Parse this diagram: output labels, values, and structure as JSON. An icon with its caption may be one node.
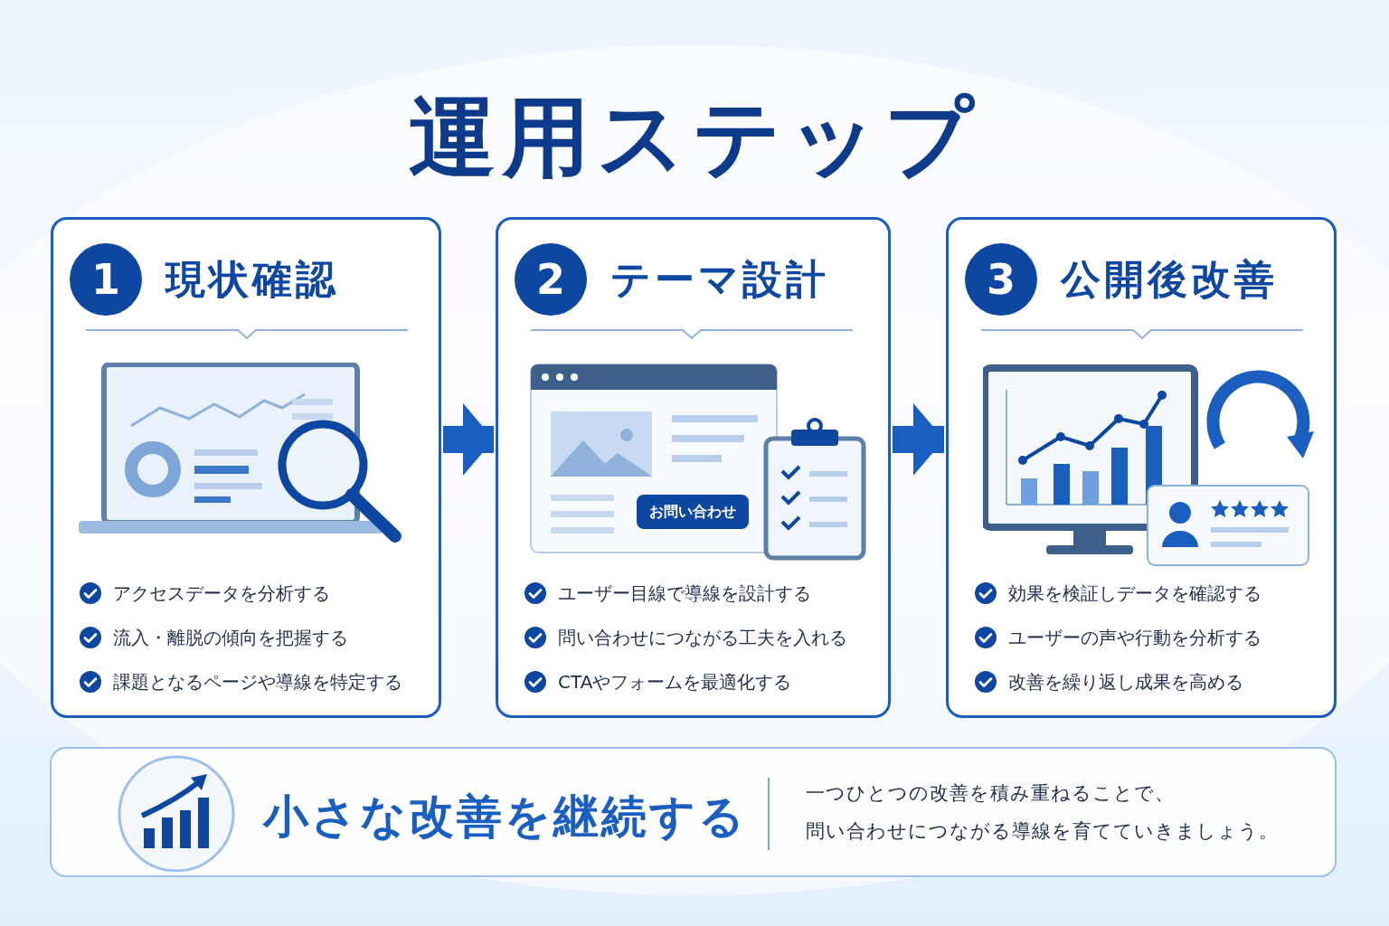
{
  "diagram": {
    "title": "運用ステップ",
    "nodes": [
      {
        "text": [
          "1",
          "現状確認",
          "アクセスデータを分析する",
          "流入・離脱の傾向を把握する",
          "課題となるページや導線を特定する"
        ]
      },
      {
        "text": [
          "2",
          "テーマ設計",
          "ユーザー目線で導線を設計する",
          "問い合わせにつながる工夫を入れる",
          "CTAやフォームを最適化する"
        ]
      },
      {
        "text": [
          "3",
          "公開後改善",
          "効果を検証しデータを確認する",
          "ユーザーの声や行動を分析する",
          "改善を繰り返し成果を高める"
        ]
      },
      {
        "text": [
          "小さな改善を継続する",
          "一つひとつの改善を積み重ねることで、",
          "問い合わせにつながる導線を育てていきましょう。"
        ]
      }
    ],
    "edges": [
      {
        "from": 0,
        "to": 1,
        "arrow": "to"
      },
      {
        "from": 1,
        "to": 2,
        "arrow": "to"
      }
    ],
    "labels": [
      "お問い合わせ"
    ]
  }
}
